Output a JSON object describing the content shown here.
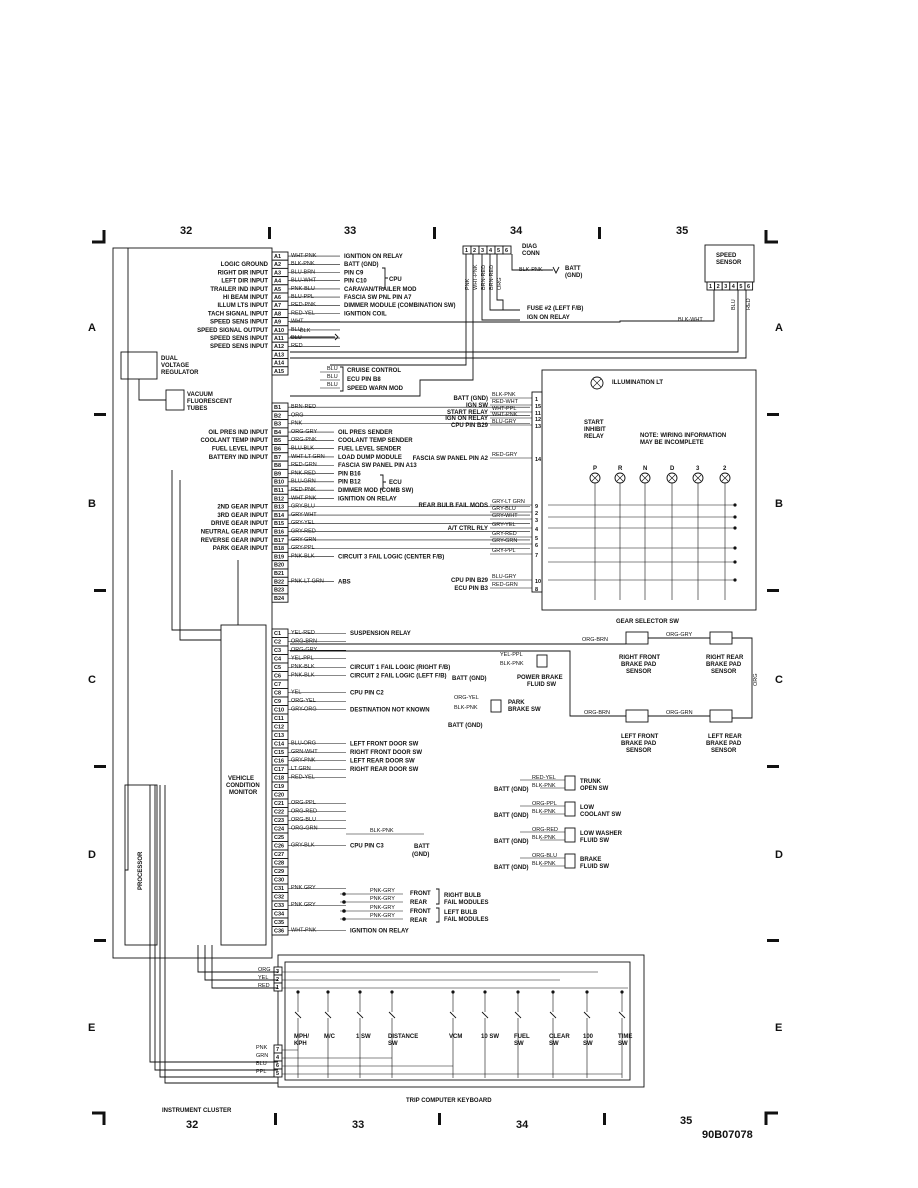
{
  "zones_top": [
    "32",
    "33",
    "34",
    "35"
  ],
  "zones_bottom": [
    "32",
    "33",
    "34",
    "35"
  ],
  "rows": [
    "A",
    "B",
    "C",
    "D",
    "E"
  ],
  "figure_code": "90B07078",
  "modules": {
    "dual_voltage_regulator": [
      "DUAL",
      "VOLTAGE",
      "REGULATOR"
    ],
    "vacuum_fluorescent_tubes": [
      "VACUUM",
      "FLUORESCENT",
      "TUBES"
    ],
    "vehicle_condition_monitor": [
      "VEHICLE",
      "CONDITION",
      "MONITOR"
    ],
    "processor": "PROCESSOR",
    "instrument_cluster": "INSTRUMENT CLUSTER",
    "trip_computer_keyboard": "TRIP COMPUTER KEYBOARD",
    "gear_selector_sw": "GEAR SELECTOR SW",
    "speed_sensor": [
      "SPEED",
      "SENSOR"
    ],
    "diag_conn": [
      "DIAG",
      "CONN"
    ],
    "illumination_lt": "ILLUMINATION LT",
    "start_inhibit_relay": [
      "START",
      "INHIBIT",
      "RELAY"
    ],
    "note": [
      "NOTE: WIRING INFORMATION",
      "MAY BE INCOMPLETE"
    ],
    "power_brake_fluid_sw": [
      "POWER BRAKE",
      "FLUID SW"
    ],
    "park_brake_sw": [
      "PARK",
      "BRAKE SW"
    ],
    "right_front_brake_pad_sensor": [
      "RIGHT FRONT",
      "BRAKE PAD",
      "SENSOR"
    ],
    "right_rear_brake_pad_sensor": [
      "RIGHT REAR",
      "BRAKE PAD",
      "SENSOR"
    ],
    "left_front_brake_pad_sensor": [
      "LEFT FRONT",
      "BRAKE PAD",
      "SENSOR"
    ],
    "left_rear_brake_pad_sensor": [
      "LEFT REAR",
      "BRAKE PAD",
      "SENSOR"
    ]
  },
  "a_pins": [
    {
      "pin": "A1",
      "wire": "WHT-PNK",
      "dest": "IGNITION ON RELAY",
      "func": ""
    },
    {
      "pin": "A2",
      "wire": "BLK-PNK",
      "dest": "BATT (GND)",
      "func": "LOGIC GROUND"
    },
    {
      "pin": "A3",
      "wire": "BLU-BRN",
      "dest": "PIN C9",
      "func": "RIGHT DIR INPUT"
    },
    {
      "pin": "A4",
      "wire": "BLU-WHT",
      "dest": "PIN C10",
      "func": "LEFT DIR INPUT"
    },
    {
      "pin": "A5",
      "wire": "PNK-BLU",
      "dest": "CARAVAN/TRAILER MOD",
      "func": "TRAILER IND INPUT"
    },
    {
      "pin": "A6",
      "wire": "BLU-PPL",
      "dest": "FASCIA SW PNL PIN A7",
      "func": "HI BEAM INPUT"
    },
    {
      "pin": "A7",
      "wire": "RED-PNK",
      "dest": "DIMMER MODULE (COMBINATION SW)",
      "func": "ILLUM LTS INPUT"
    },
    {
      "pin": "A8",
      "wire": "RED-YEL",
      "dest": "IGNITION COIL",
      "func": "TACH SIGNAL INPUT"
    },
    {
      "pin": "A9",
      "wire": "WHT",
      "dest": "",
      "func": "SPEED SENS INPUT"
    },
    {
      "pin": "A10",
      "wire": "BLU",
      "dest": "",
      "func": "SPEED SIGNAL OUTPUT"
    },
    {
      "pin": "A11",
      "wire": "BLU",
      "dest": "",
      "func": "SPEED SENS INPUT"
    },
    {
      "pin": "A12",
      "wire": "RED",
      "dest": "",
      "func": "SPEED SENS INPUT"
    },
    {
      "pin": "A13",
      "wire": "",
      "dest": "",
      "func": ""
    },
    {
      "pin": "A14",
      "wire": "",
      "dest": "",
      "func": ""
    },
    {
      "pin": "A15",
      "wire": "",
      "dest": "",
      "func": ""
    }
  ],
  "a_side": {
    "cpu": "CPU",
    "blk": "BLK",
    "blu1": "BLU",
    "blu2": "BLU",
    "blu3": "BLU",
    "cruise": "CRUISE CONTROL",
    "ecu_b8": "ECU PIN B8",
    "speed_warn": "SPEED WARN MOD",
    "blk_wht": "BLK-WHT",
    "blu": "BLU",
    "red": "RED"
  },
  "b_pins": [
    {
      "pin": "B1",
      "wire": "BRN-RED",
      "dest": "",
      "func": ""
    },
    {
      "pin": "B2",
      "wire": "ORG",
      "dest": "",
      "func": ""
    },
    {
      "pin": "B3",
      "wire": "PNK",
      "dest": "",
      "func": ""
    },
    {
      "pin": "B4",
      "wire": "ORG-GRY",
      "dest": "OIL PRES SENDER",
      "func": "OIL PRES IND INPUT"
    },
    {
      "pin": "B5",
      "wire": "ORG-PNK",
      "dest": "COOLANT TEMP SENDER",
      "func": "COOLANT TEMP INPUT"
    },
    {
      "pin": "B6",
      "wire": "BLU-BLK",
      "dest": "FUEL LEVEL SENDER",
      "func": "FUEL LEVEL INPUT"
    },
    {
      "pin": "B7",
      "wire": "WHT-LT GRN",
      "dest": "LOAD DUMP MODULE",
      "func": "BATTERY IND INPUT"
    },
    {
      "pin": "B8",
      "wire": "RED-GRN",
      "dest": "FASCIA SW PANEL PIN A13",
      "func": ""
    },
    {
      "pin": "B9",
      "wire": "PNK-RED",
      "dest": "PIN B16",
      "func": ""
    },
    {
      "pin": "B10",
      "wire": "BLU-GRN",
      "dest": "PIN B12",
      "func": ""
    },
    {
      "pin": "B11",
      "wire": "RED-PNK",
      "dest": "DIMMER MOD (COMB SW)",
      "func": ""
    },
    {
      "pin": "B12",
      "wire": "WHT-PNK",
      "dest": "IGNITION ON RELAY",
      "func": ""
    },
    {
      "pin": "B13",
      "wire": "GRY-BLU",
      "dest": "",
      "func": "2ND GEAR INPUT"
    },
    {
      "pin": "B14",
      "wire": "GRY-WHT",
      "dest": "",
      "func": "3RD GEAR INPUT"
    },
    {
      "pin": "B15",
      "wire": "GRY-YEL",
      "dest": "",
      "func": "DRIVE GEAR INPUT"
    },
    {
      "pin": "B16",
      "wire": "GRY-RED",
      "dest": "",
      "func": "NEUTRAL GEAR INPUT"
    },
    {
      "pin": "B17",
      "wire": "GRY-GRN",
      "dest": "",
      "func": "REVERSE GEAR INPUT"
    },
    {
      "pin": "B18",
      "wire": "GRY-PPL",
      "dest": "",
      "func": "PARK GEAR INPUT"
    },
    {
      "pin": "B19",
      "wire": "PNK-BLK",
      "dest": "CIRCUIT 3 FAIL LOGIC (CENTER F/B)",
      "func": ""
    },
    {
      "pin": "B20",
      "wire": "",
      "dest": "",
      "func": ""
    },
    {
      "pin": "B21",
      "wire": "",
      "dest": "",
      "func": ""
    },
    {
      "pin": "B22",
      "wire": "PNK-LT GRN",
      "dest": "ABS",
      "func": ""
    },
    {
      "pin": "B23",
      "wire": "",
      "dest": "",
      "func": ""
    },
    {
      "pin": "B24",
      "wire": "",
      "dest": "",
      "func": ""
    }
  ],
  "b_side": {
    "ecu": "ECU",
    "comb_sw": "DIMMER MOD (COMB SW)"
  },
  "c_pins": [
    {
      "pin": "C1",
      "wire": "YEL-RED",
      "dest": "SUSPENSION RELAY"
    },
    {
      "pin": "C2",
      "wire": "ORG-BRN",
      "dest": ""
    },
    {
      "pin": "C3",
      "wire": "ORG-GRY",
      "dest": ""
    },
    {
      "pin": "C4",
      "wire": "YEL-PPL",
      "dest": ""
    },
    {
      "pin": "C5",
      "wire": "PNK-BLK",
      "dest": "CIRCUIT 1 FAIL LOGIC (RIGHT F/B)"
    },
    {
      "pin": "C6",
      "wire": "PNK-BLK",
      "dest": "CIRCUIT 2 FAIL LOGIC (LEFT F/B)"
    },
    {
      "pin": "C7",
      "wire": "",
      "dest": ""
    },
    {
      "pin": "C8",
      "wire": "YEL",
      "dest": "CPU PIN C2"
    },
    {
      "pin": "C9",
      "wire": "ORG-YEL",
      "dest": ""
    },
    {
      "pin": "C10",
      "wire": "GRY-ORG",
      "dest": "DESTINATION NOT KNOWN"
    },
    {
      "pin": "C11",
      "wire": "",
      "dest": ""
    },
    {
      "pin": "C12",
      "wire": "",
      "dest": ""
    },
    {
      "pin": "C13",
      "wire": "",
      "dest": ""
    },
    {
      "pin": "C14",
      "wire": "BLU-ORG",
      "dest": "LEFT FRONT DOOR SW"
    },
    {
      "pin": "C15",
      "wire": "GRN-WHT",
      "dest": "RIGHT FRONT DOOR SW"
    },
    {
      "pin": "C16",
      "wire": "GRY-PNK",
      "dest": "LEFT REAR DOOR SW"
    },
    {
      "pin": "C17",
      "wire": "LT GRN",
      "dest": "RIGHT REAR DOOR SW"
    },
    {
      "pin": "C18",
      "wire": "RED-YEL",
      "dest": ""
    },
    {
      "pin": "C19",
      "wire": "",
      "dest": ""
    },
    {
      "pin": "C20",
      "wire": "",
      "dest": ""
    },
    {
      "pin": "C21",
      "wire": "ORG-PPL",
      "dest": ""
    },
    {
      "pin": "C22",
      "wire": "ORG-RED",
      "dest": ""
    },
    {
      "pin": "C23",
      "wire": "ORG-BLU",
      "dest": ""
    },
    {
      "pin": "C24",
      "wire": "ORG-GRN",
      "dest": ""
    },
    {
      "pin": "C25",
      "wire": "",
      "dest": ""
    },
    {
      "pin": "C26",
      "wire": "GRY-BLK",
      "dest": "CPU PIN C3"
    },
    {
      "pin": "C27",
      "wire": "",
      "dest": ""
    },
    {
      "pin": "C28",
      "wire": "",
      "dest": ""
    },
    {
      "pin": "C29",
      "wire": "",
      "dest": ""
    },
    {
      "pin": "C30",
      "wire": "",
      "dest": ""
    },
    {
      "pin": "C31",
      "wire": "PNK GRY",
      "dest": ""
    },
    {
      "pin": "C32",
      "wire": "",
      "dest": ""
    },
    {
      "pin": "C33",
      "wire": "PNK GRY",
      "dest": ""
    },
    {
      "pin": "C34",
      "wire": "",
      "dest": ""
    },
    {
      "pin": "C35",
      "wire": "",
      "dest": ""
    },
    {
      "pin": "C36",
      "wire": "WHT-PNK",
      "dest": "IGNITION ON RELAY"
    }
  ],
  "c_side": {
    "yel_ppl": "YEL-PPL",
    "blk_pnk": "BLK-PNK",
    "batt_gnd": "BATT (GND)",
    "org_yel": "ORG-YEL",
    "org_brn": "ORG-BRN",
    "org_gry": "ORG-GRY",
    "org": "ORG",
    "blk_pnk2": "BLK-PNK",
    "trunk": [
      "TRUNK",
      "OPEN SW"
    ],
    "low_coolant": [
      "LOW",
      "COOLANT SW"
    ],
    "low_washer": [
      "LOW WASHER",
      "FLUID SW"
    ],
    "brake_fluid": [
      "BRAKE",
      "FLUID SW"
    ],
    "red_yel": "RED-YEL",
    "org_ppl": "ORG-PPL",
    "org_red": "ORG-RED",
    "org_blu": "ORG-BLU",
    "batt": "BATT",
    "gnd": "(GND)",
    "pnk_gry": "PNK-GRY",
    "front": "FRONT",
    "rear": "REAR",
    "right_bulb": [
      "RIGHT BULB",
      "FAIL MODULES"
    ],
    "left_bulb": [
      "LEFT BULB",
      "FAIL MODULES"
    ]
  },
  "diag": {
    "pins": [
      "1",
      "2",
      "3",
      "4",
      "5",
      "6"
    ],
    "wires": [
      "PNK",
      "WHT-PNK",
      "BRN-RED",
      "BRN-RED",
      "ORG"
    ],
    "batt": [
      "BATT",
      "(GND)"
    ],
    "blk_pnk": "BLK-PNK",
    "fuse": "FUSE #2 (LEFT F/B)",
    "ign": "IGN ON RELAY"
  },
  "speed_sensor_pins": [
    "1",
    "2",
    "3",
    "4",
    "5",
    "6"
  ],
  "relay_side": [
    {
      "pin": "1",
      "label": "BATT (GND)",
      "wire": "BLK-PNK"
    },
    {
      "pin": "15",
      "label": "IGN SW",
      "wire": "RED-WHT"
    },
    {
      "pin": "11",
      "label": "START RELAY",
      "wire": "WHT-PPL"
    },
    {
      "pin": "12",
      "label": "IGN ON RELAY",
      "wire": "WHT-PNK"
    },
    {
      "pin": "13",
      "label": "CPU PIN B29",
      "wire": "BLU-GRY"
    },
    {
      "pin": "14",
      "label": "FASCIA SW PANEL PIN A2",
      "wire": "RED-GRY"
    },
    {
      "pin": "9",
      "label": "REAR BULB FAIL MODS",
      "wire": "GRY-LT GRN"
    },
    {
      "pin": "2",
      "label": "",
      "wire": "GRY-BLU"
    },
    {
      "pin": "3",
      "label": "",
      "wire": "GRY-WHT"
    },
    {
      "pin": "4",
      "label": "A/T CTRL RLY",
      "wire": "GRY-YEL"
    },
    {
      "pin": "5",
      "label": "",
      "wire": "GRY-RED"
    },
    {
      "pin": "6",
      "label": "",
      "wire": "GRY-GRN"
    },
    {
      "pin": "7",
      "label": "",
      "wire": "GRY-PPL"
    },
    {
      "pin": "10",
      "label": "CPU PIN B29",
      "wire": "BLU-GRY"
    },
    {
      "pin": "8",
      "label": "ECU PIN B3",
      "wire": "RED-GRN"
    }
  ],
  "gear_letters": [
    "P",
    "R",
    "N",
    "D",
    "3",
    "2"
  ],
  "cluster_top": [
    {
      "wire": "ORG",
      "pin": "3"
    },
    {
      "wire": "YEL",
      "pin": "2"
    },
    {
      "wire": "RED",
      "pin": "1"
    }
  ],
  "cluster_bottom": [
    {
      "wire": "PNK",
      "pin": "7"
    },
    {
      "wire": "GRN",
      "pin": "4"
    },
    {
      "wire": "BLU",
      "pin": "6"
    },
    {
      "wire": "PPL",
      "pin": "5"
    }
  ],
  "keyboard_switches": [
    {
      "label": [
        "MPH/",
        "KPH"
      ]
    },
    {
      "label": [
        "M/C"
      ]
    },
    {
      "label": [
        "1 SW"
      ]
    },
    {
      "label": [
        "DISTANCE",
        "SW"
      ]
    },
    {
      "label": [
        "VCM"
      ]
    },
    {
      "label": [
        "10 SW"
      ]
    },
    {
      "label": [
        "FUEL",
        "SW"
      ]
    },
    {
      "label": [
        "CLEAR",
        "SW"
      ]
    },
    {
      "label": [
        "100",
        "SW"
      ]
    },
    {
      "label": [
        "TIME",
        "SW"
      ]
    }
  ]
}
